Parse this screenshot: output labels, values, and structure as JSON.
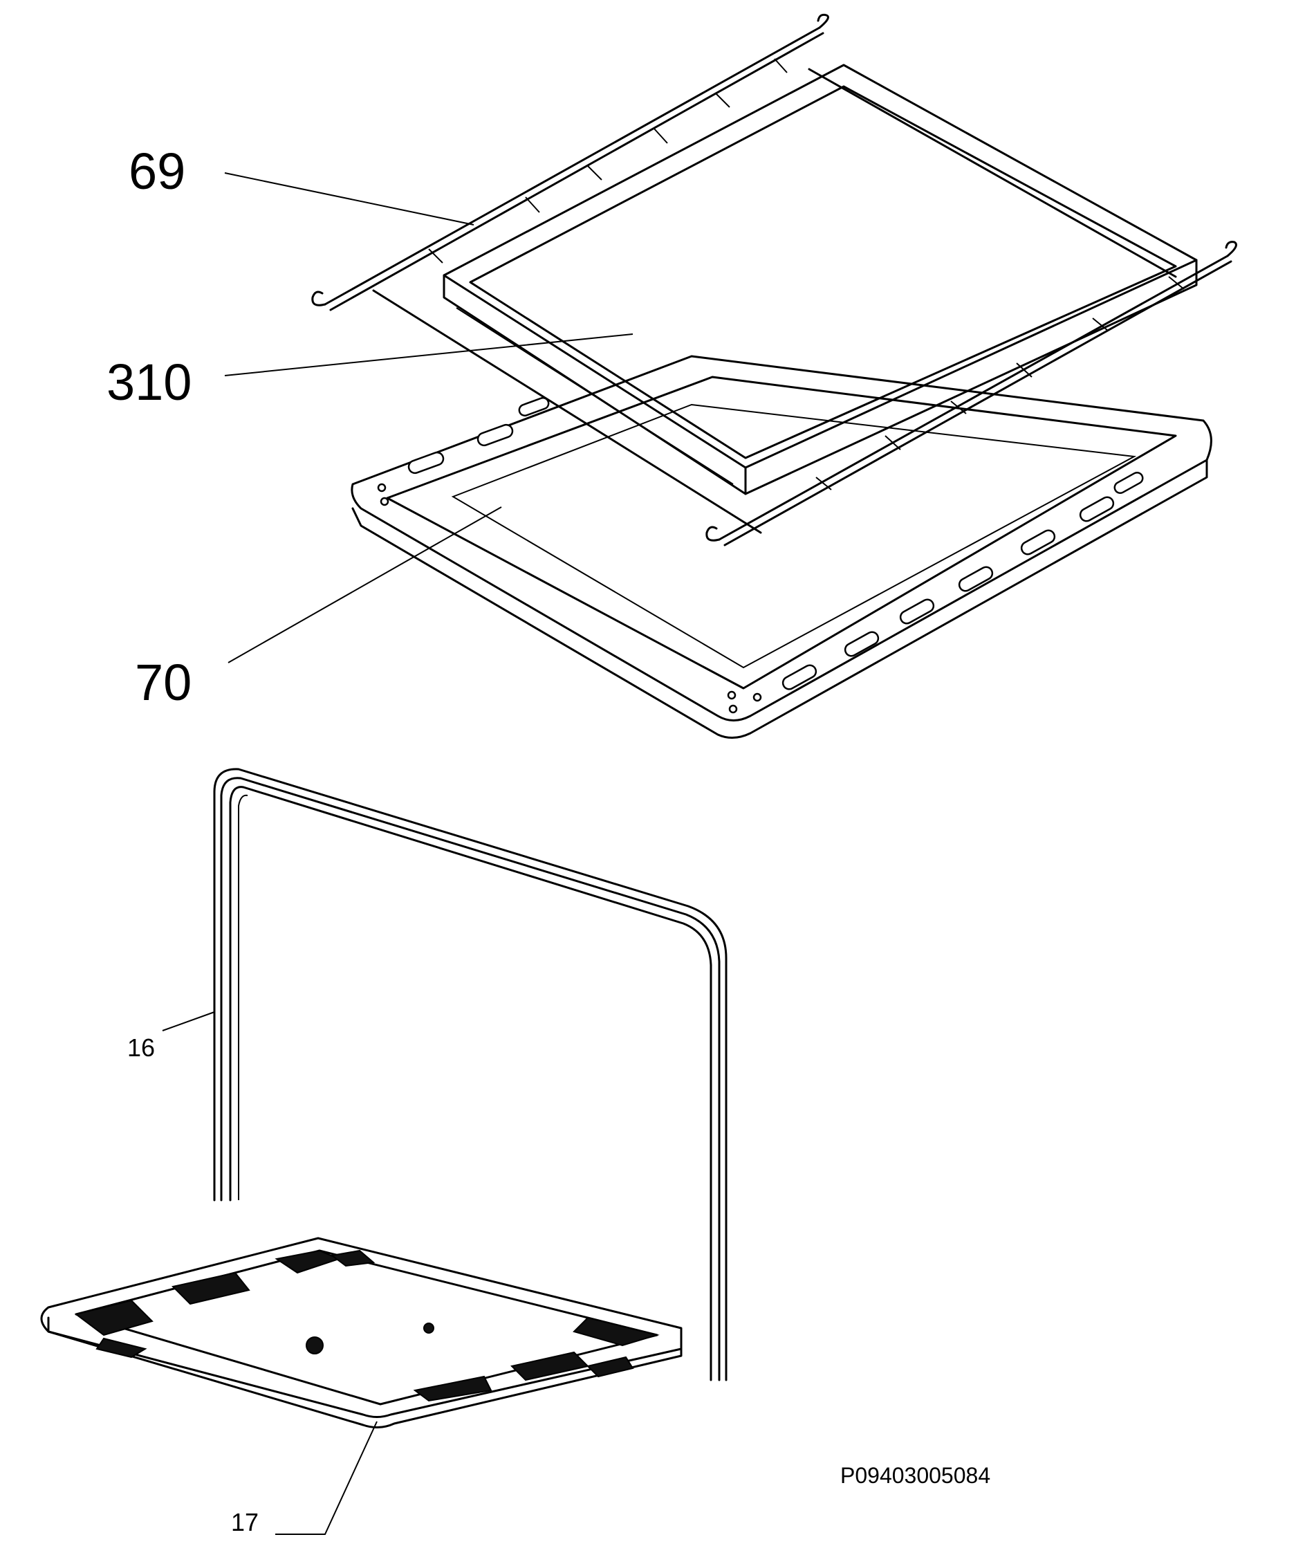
{
  "callouts": {
    "p69": "69",
    "p310": "310",
    "p70": "70",
    "p16": "16",
    "p17": "17"
  },
  "reference_code": "P09403005084",
  "colors": {
    "line": "#000000",
    "background": "#ffffff"
  }
}
